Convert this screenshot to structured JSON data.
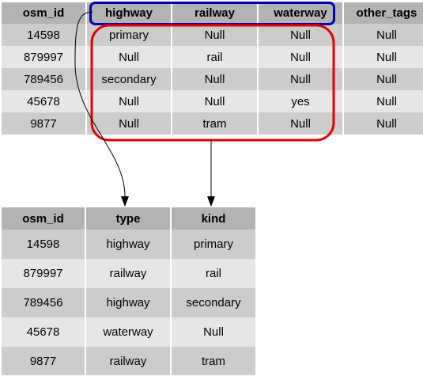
{
  "top_table": {
    "headers": [
      "osm_id",
      "highway",
      "railway",
      "waterway",
      "other_tags"
    ],
    "rows": [
      [
        "14598",
        "primary",
        "Null",
        "Null",
        "Null"
      ],
      [
        "879997",
        "Null",
        "rail",
        "Null",
        "Null"
      ],
      [
        "789456",
        "secondary",
        "Null",
        "Null",
        "Null"
      ],
      [
        "45678",
        "Null",
        "Null",
        "yes",
        "Null"
      ],
      [
        "9877",
        "Null",
        "tram",
        "Null",
        "Null"
      ]
    ]
  },
  "bottom_table": {
    "headers": [
      "osm_id",
      "type",
      "kind"
    ],
    "rows": [
      [
        "14598",
        "highway",
        "primary"
      ],
      [
        "879997",
        "railway",
        "rail"
      ],
      [
        "789456",
        "highway",
        "secondary"
      ],
      [
        "45678",
        "waterway",
        "Null"
      ],
      [
        "9877",
        "railway",
        "tram"
      ]
    ]
  },
  "colors": {
    "header_bg": "#b3b3b3",
    "row_dark": "#cccccc",
    "row_light": "#e6e6e6",
    "header_highlight": "#0000b4",
    "values_highlight": "#e60000",
    "arrow": "#000000"
  }
}
